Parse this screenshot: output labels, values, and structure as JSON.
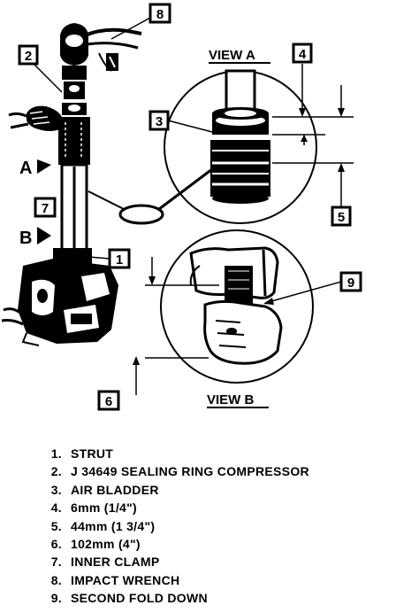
{
  "diagram": {
    "callouts": [
      "1",
      "2",
      "3",
      "4",
      "5",
      "6",
      "7",
      "8",
      "9"
    ],
    "view_a_title": "VIEW A",
    "view_b_title": "VIEW B",
    "arrow_a": "A",
    "arrow_b": "B"
  },
  "legend": {
    "items": [
      {
        "num": "1.",
        "text": "STRUT"
      },
      {
        "num": "2.",
        "text": "J 34649 SEALING RING COMPRESSOR"
      },
      {
        "num": "3.",
        "text": "AIR BLADDER"
      },
      {
        "num": "4.",
        "text": "6mm (1/4\")"
      },
      {
        "num": "5.",
        "text": "44mm (1 3/4\")"
      },
      {
        "num": "6.",
        "text": "102mm (4\")"
      },
      {
        "num": "7.",
        "text": "INNER CLAMP"
      },
      {
        "num": "8.",
        "text": "IMPACT WRENCH"
      },
      {
        "num": "9.",
        "text": "SECOND FOLD DOWN"
      }
    ]
  }
}
